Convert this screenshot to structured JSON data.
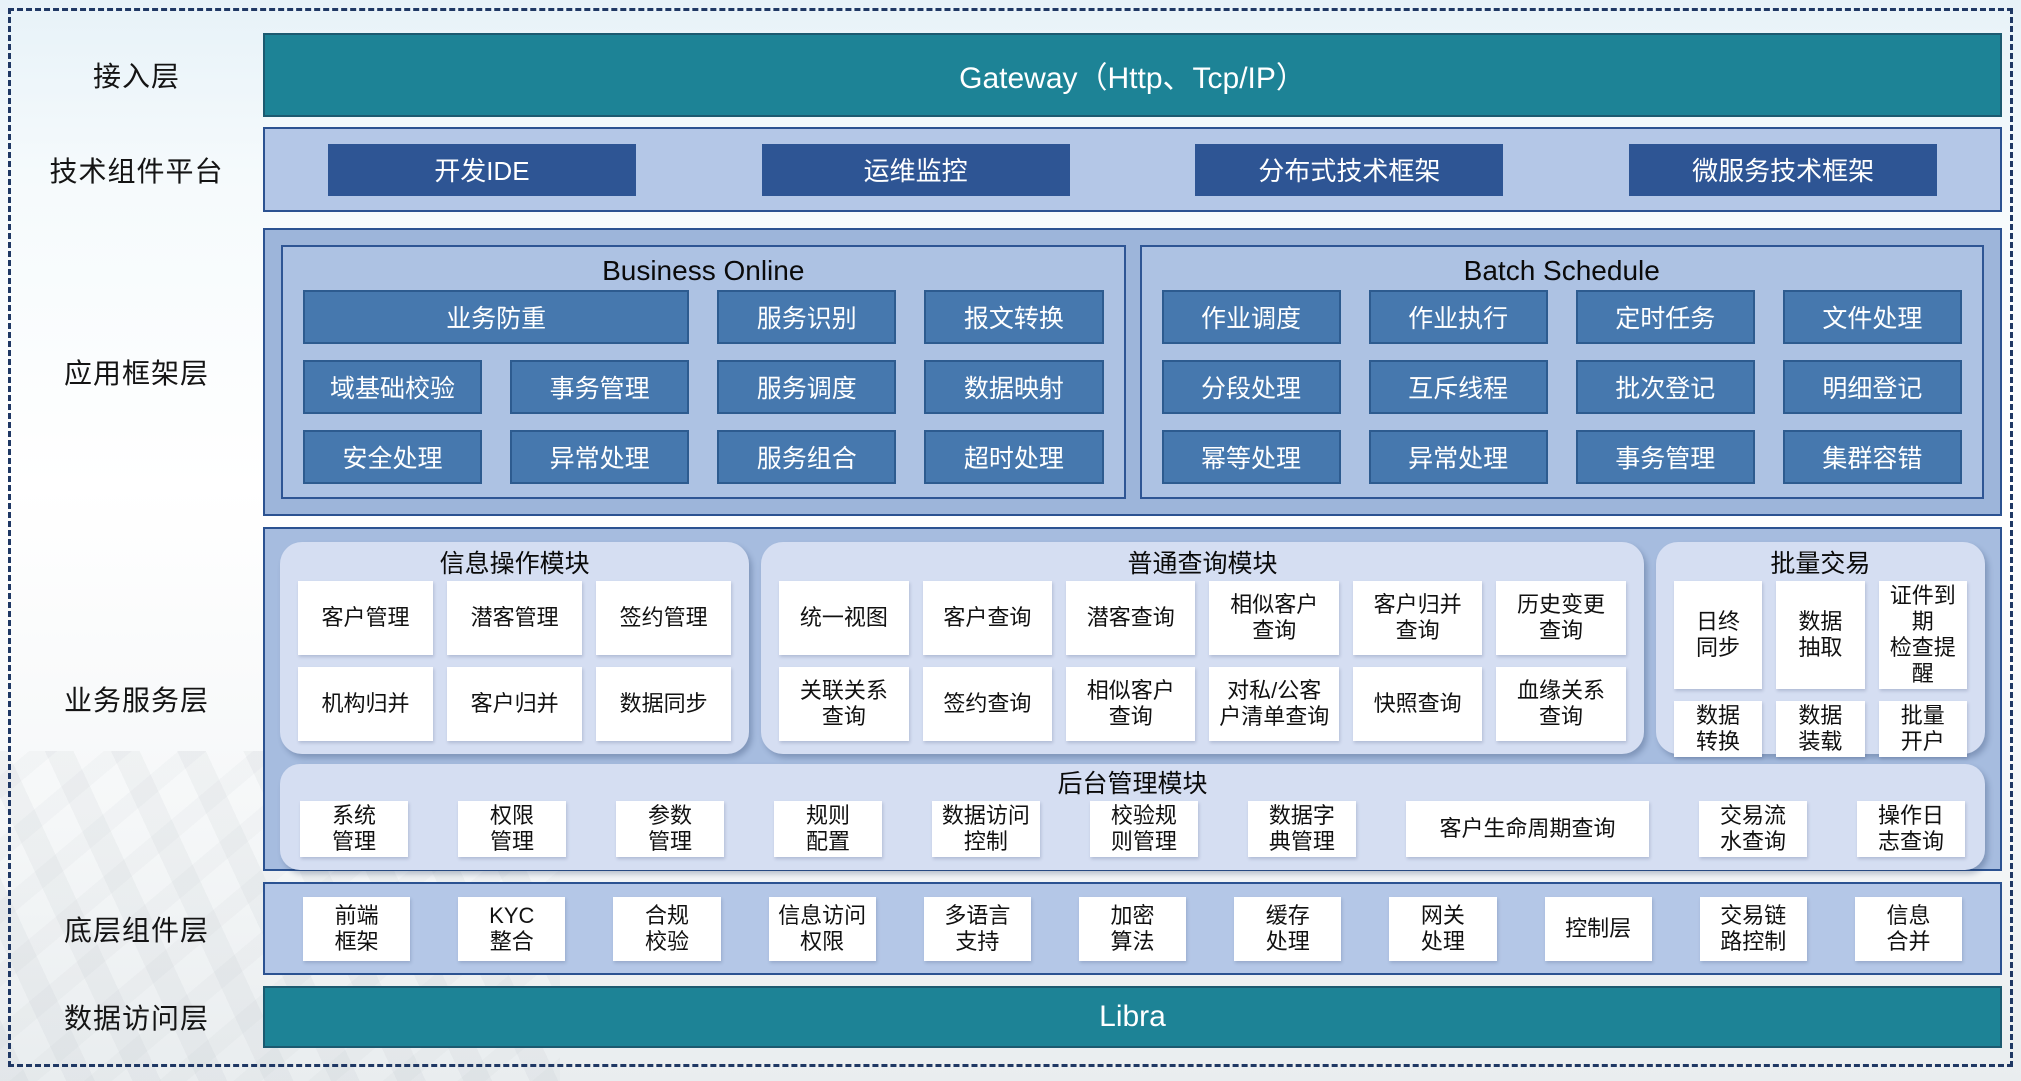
{
  "colors": {
    "teal_bar": "#1d8396",
    "navy_button": "#2e5594",
    "steel_button": "#4678ae",
    "periwinkle_panel": "#b4c7e7",
    "framework_container": "#9db5da",
    "service_container": "#a6bcdf",
    "module_panel": "#d5def2",
    "dashed_border": "#1f3864"
  },
  "layers": {
    "access": {
      "label": "接入层",
      "gateway": "Gateway（Http、Tcp/IP）"
    },
    "tech_platform": {
      "label": "技术组件平台",
      "items": [
        "开发IDE",
        "运维监控",
        "分布式技术框架",
        "微服务技术框架"
      ]
    },
    "app_framework": {
      "label": "应用框架层",
      "business_online": {
        "title": "Business Online",
        "items": [
          {
            "label": "业务防重",
            "span": 2
          },
          "服务识别",
          "报文转换",
          "域基础校验",
          "事务管理",
          "服务调度",
          "数据映射",
          "安全处理",
          "异常处理",
          "服务组合",
          "超时处理"
        ]
      },
      "batch_schedule": {
        "title": "Batch Schedule",
        "items": [
          "作业调度",
          "作业执行",
          "定时任务",
          "文件处理",
          "分段处理",
          "互斥线程",
          "批次登记",
          "明细登记",
          "幂等处理",
          "异常处理",
          "事务管理",
          "集群容错"
        ]
      }
    },
    "business_service": {
      "label": "业务服务层",
      "info_module": {
        "title": "信息操作模块",
        "items": [
          "客户管理",
          "潜客管理",
          "签约管理",
          "机构归并",
          "客户归并",
          "数据同步"
        ]
      },
      "query_module": {
        "title": "普通查询模块",
        "items": [
          "统一视图",
          "客户查询",
          "潜客查询",
          "相似客户\n查询",
          "客户归并\n查询",
          "历史变更\n查询",
          "关联关系\n查询",
          "签约查询",
          "相似客户\n查询",
          "对私/公客\n户清单查询",
          "快照查询",
          "血缘关系\n查询"
        ]
      },
      "batch_trade_module": {
        "title": "批量交易",
        "items": [
          "日终\n同步",
          "数据\n抽取",
          "证件到期\n检查提醒",
          "数据\n转换",
          "数据\n装载",
          "批量\n开户"
        ]
      },
      "admin_module": {
        "title": "后台管理模块",
        "items": [
          "系统\n管理",
          "权限\n管理",
          "参数\n管理",
          "规则\n配置",
          "数据访问\n控制",
          "校验规\n则管理",
          "数据字\n典管理",
          {
            "label": "客户生命周期查询",
            "flex": 2.3
          },
          "交易流\n水查询",
          "操作日\n志查询"
        ]
      }
    },
    "base_components": {
      "label": "底层组件层",
      "items": [
        "前端\n框架",
        "KYC\n整合",
        "合规\n校验",
        "信息访问\n权限",
        "多语言\n支持",
        "加密\n算法",
        "缓存\n处理",
        "网关\n处理",
        "控制层",
        "交易链\n路控制",
        "信息\n合并"
      ]
    },
    "data_access": {
      "label": "数据访问层",
      "bar": "Libra"
    }
  }
}
